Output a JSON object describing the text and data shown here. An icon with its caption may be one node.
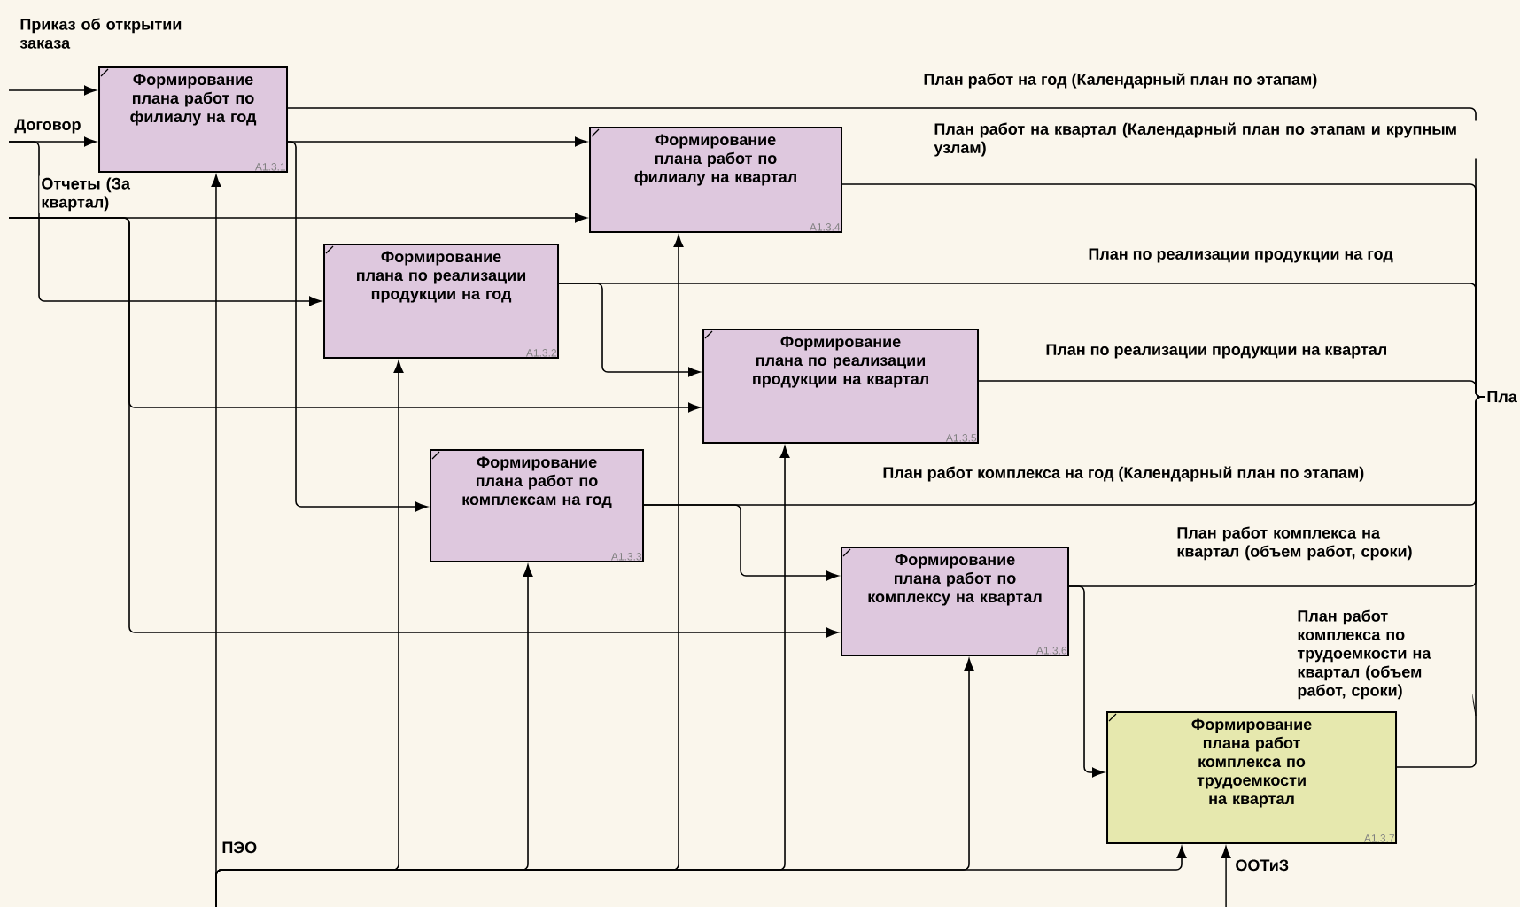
{
  "diagram": {
    "nodes": [
      {
        "text": [
          "Формирование плана работ по филиалу на год",
          "A1.3.1"
        ]
      },
      {
        "text": [
          "Формирование плана работ по филиалу на квартал",
          "A1.3.4"
        ]
      },
      {
        "text": [
          "Формирование плана по реализации продукции на год",
          "A1.3.2"
        ]
      },
      {
        "text": [
          "Формирование плана по реализации продукции на квартал",
          "A1.3.5"
        ]
      },
      {
        "text": [
          "Формирование плана работ по комплексам на год",
          "A1.3.3"
        ]
      },
      {
        "text": [
          "Формирование плана работ по комплексу на квартал",
          "A1.3.6"
        ]
      },
      {
        "text": [
          "Формирование плана работ комплекса по трудоемкости на квартал",
          "A1.3.7"
        ]
      },
      {
        "text": [
          "Пла"
        ]
      }
    ],
    "edges": [
      {
        "from": null,
        "to": 0,
        "arrow": "to",
        "label": "Приказ об открытии заказа"
      },
      {
        "from": null,
        "to": 0,
        "arrow": "to",
        "label": "Договор"
      },
      {
        "from": null,
        "to": 1,
        "arrow": "to",
        "label": "Отчеты (За квартал)"
      },
      {
        "from": null,
        "to": 3,
        "arrow": "to"
      },
      {
        "from": null,
        "to": 5,
        "arrow": "to"
      },
      {
        "from": null,
        "to": 2,
        "arrow": "to"
      },
      {
        "from": 0,
        "to": 1,
        "arrow": "to"
      },
      {
        "from": 0,
        "to": 4,
        "arrow": "to"
      },
      {
        "from": 2,
        "to": 3,
        "arrow": "to"
      },
      {
        "from": 4,
        "to": 5,
        "arrow": "to"
      },
      {
        "from": 5,
        "to": 6,
        "arrow": "to"
      },
      {
        "from": 0,
        "to": 7,
        "arrow": "none",
        "label": "План работ на год (Календарный план по этапам)"
      },
      {
        "from": 1,
        "to": 7,
        "arrow": "none",
        "label": "План работ на квартал (Календарный план по этапам и крупным узлам)"
      },
      {
        "from": 2,
        "to": 7,
        "arrow": "none",
        "label": "План по реализации продукции на год"
      },
      {
        "from": 3,
        "to": 7,
        "arrow": "none",
        "label": "План по реализации продукции на квартал"
      },
      {
        "from": 4,
        "to": 7,
        "arrow": "none",
        "label": "План работ комплекса на год (Календарный план по этапам)"
      },
      {
        "from": 5,
        "to": 7,
        "arrow": "none",
        "label": "План работ комплекса на квартал (объем работ, сроки)"
      },
      {
        "from": 6,
        "to": 7,
        "arrow": "none",
        "label": "План работ комплекса по трудоемкости на квартал (объем работ, сроки)"
      },
      {
        "from": null,
        "to": 0,
        "arrow": "to",
        "label": "ПЭО"
      },
      {
        "from": null,
        "to": 2,
        "arrow": "to"
      },
      {
        "from": null,
        "to": 4,
        "arrow": "to"
      },
      {
        "from": null,
        "to": 1,
        "arrow": "to"
      },
      {
        "from": null,
        "to": 3,
        "arrow": "to"
      },
      {
        "from": null,
        "to": 5,
        "arrow": "to"
      },
      {
        "from": null,
        "to": 6,
        "arrow": "to"
      },
      {
        "from": null,
        "to": 6,
        "arrow": "to",
        "label": "ООТиЗ"
      }
    ]
  }
}
